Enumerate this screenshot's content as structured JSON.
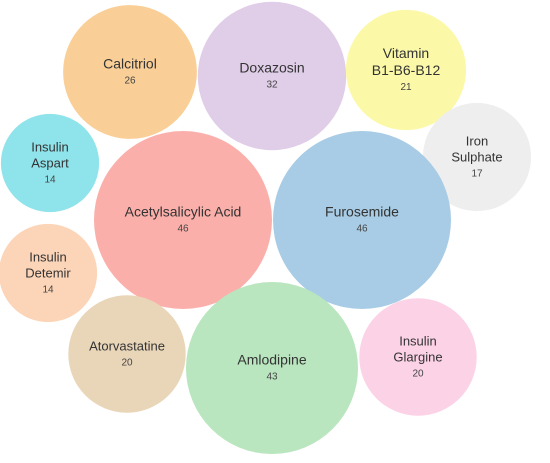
{
  "chart_data": {
    "type": "bubble",
    "series": [
      {
        "name": "Calcitriol",
        "value": 26,
        "color": "#f9cf97"
      },
      {
        "name": "Doxazosin",
        "value": 32,
        "color": "#e0cde8"
      },
      {
        "name": "Vitamin B1-B6-B12",
        "value": 21,
        "color": "#fbf9a8"
      },
      {
        "name": "Insulin Aspart",
        "value": 14,
        "color": "#8fe3ea"
      },
      {
        "name": "Iron Sulphate",
        "value": 17,
        "color": "#eeeeee"
      },
      {
        "name": "Acetylsalicylic Acid",
        "value": 46,
        "color": "#fbafaa"
      },
      {
        "name": "Furosemide",
        "value": 46,
        "color": "#a8cce5"
      },
      {
        "name": "Insulin Detemir",
        "value": 14,
        "color": "#fcd5b8"
      },
      {
        "name": "Atorvastatine",
        "value": 20,
        "color": "#e9d6b9"
      },
      {
        "name": "Amlodipine",
        "value": 43,
        "color": "#b9e6bf"
      },
      {
        "name": "Insulin Glargine",
        "value": 20,
        "color": "#fcd2e7"
      }
    ]
  }
}
